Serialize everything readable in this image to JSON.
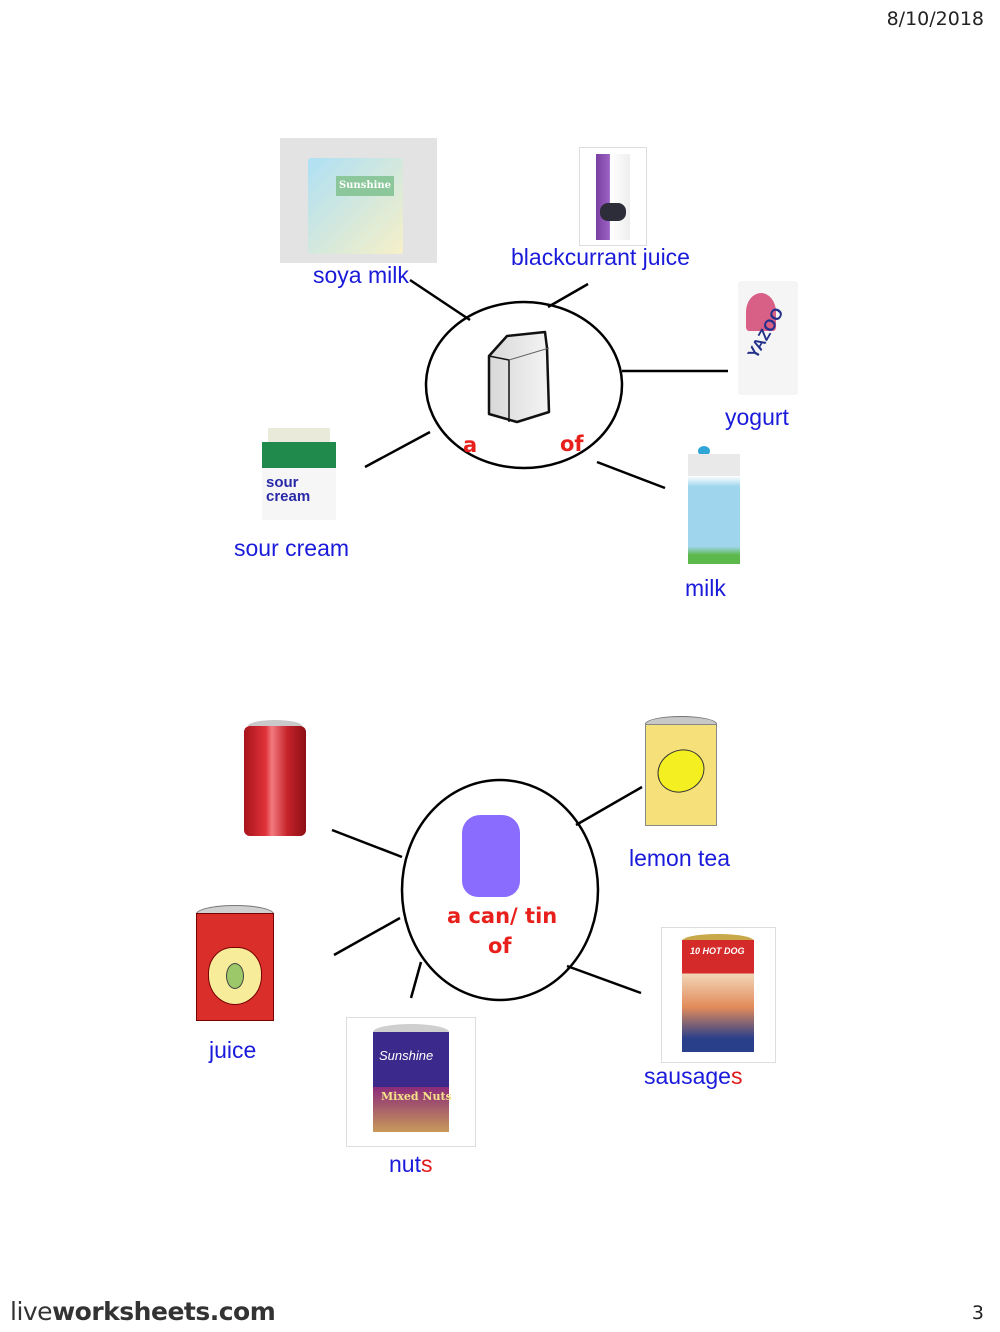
{
  "header": {
    "date": "8/10/2018"
  },
  "diagram1": {
    "center_label_left": "a",
    "center_label_right": "of",
    "center_icon": "carton-icon",
    "items": [
      {
        "label": "soya milk",
        "icon": "soya-milk-carton"
      },
      {
        "label": "blackcurrant juice",
        "icon": "juice-carton"
      },
      {
        "label": "yogurt",
        "icon": "yogurt-smoothie-carton"
      },
      {
        "label": "milk",
        "icon": "milk-carton"
      },
      {
        "label": "sour cream",
        "icon": "sour-cream-carton"
      }
    ]
  },
  "diagram2": {
    "center_label_line1": "a can/ tin",
    "center_label_line2": "of",
    "center_icon": "can-icon",
    "center_icon_color": "#8a6cff",
    "items": [
      {
        "label": "",
        "icon": "soda-can"
      },
      {
        "label": "lemon tea",
        "icon": "lemon-tea-can"
      },
      {
        "label_main": "sausage",
        "label_suffix": "s",
        "icon": "sausage-can"
      },
      {
        "label_main": "nut",
        "label_suffix": "s",
        "icon": "mixed-nuts-can"
      },
      {
        "label": "juice",
        "icon": "apple-juice-can"
      }
    ]
  },
  "footer": {
    "logo_light": "live",
    "logo_bold": "worksheets.com",
    "page_number": "3"
  },
  "colors": {
    "label_blue": "#1a1adb",
    "accent_red": "#e01a1a"
  }
}
